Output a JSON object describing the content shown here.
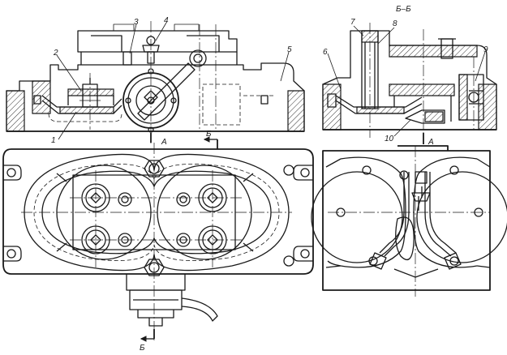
{
  "callouts": {
    "c1": "1",
    "c2": "2",
    "c3": "3",
    "c4": "4",
    "c5": "5",
    "c6": "6",
    "c7": "7",
    "c8": "8",
    "c9": "9",
    "c10": "10"
  },
  "section_title": "Б–Б",
  "view_markers": {
    "a_top_left": "А",
    "a_bottom_right": "А",
    "b_top": "Б",
    "b_bottom": "Б"
  }
}
